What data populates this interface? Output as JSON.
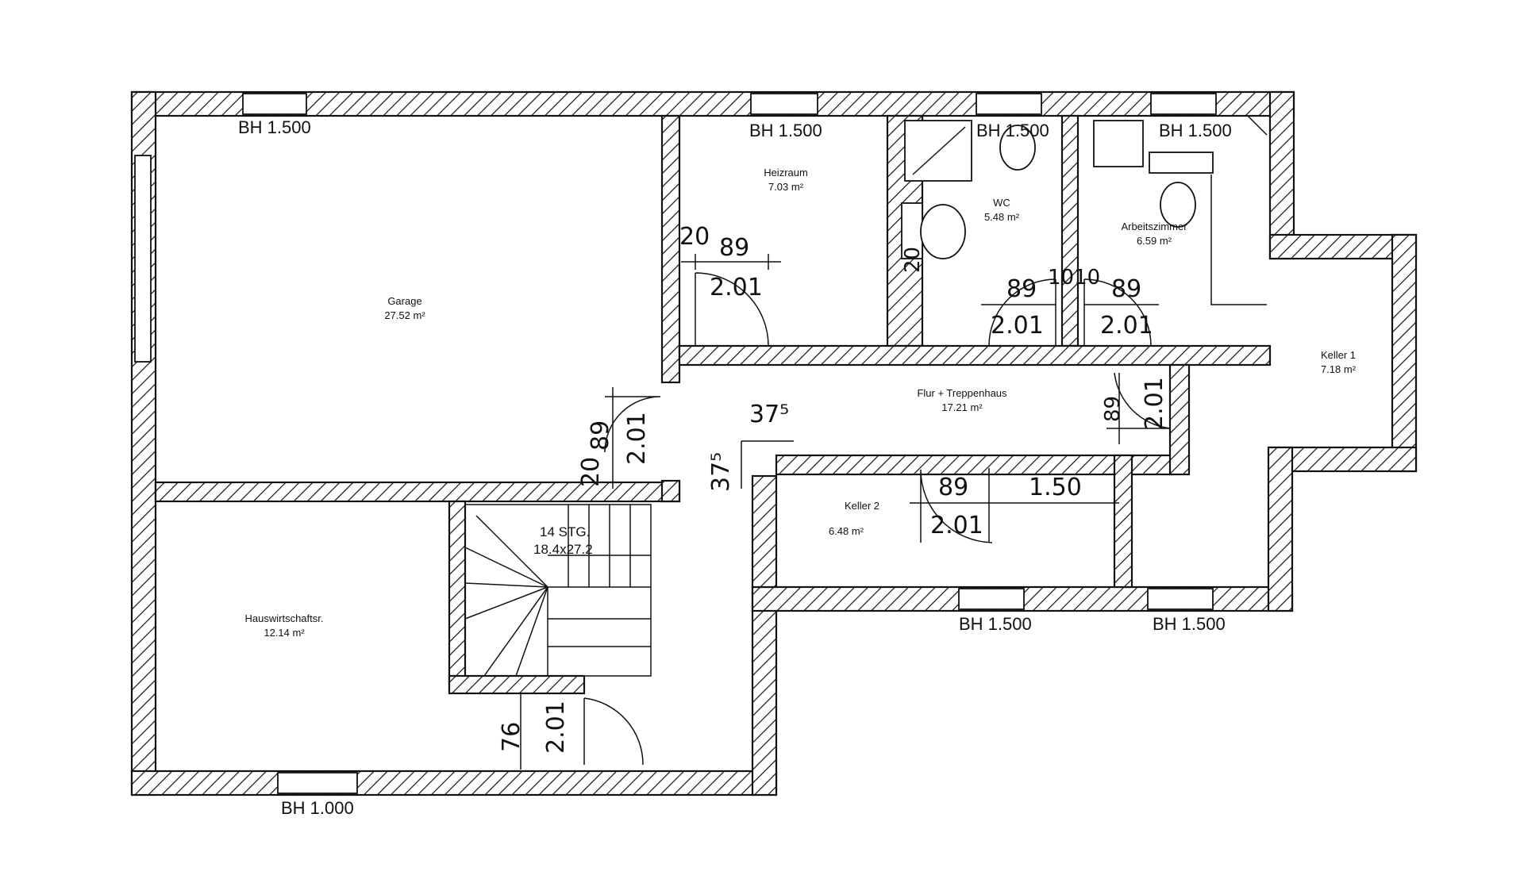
{
  "rooms": {
    "garage": {
      "name": "Garage",
      "area": "27.52 m²"
    },
    "heizraum": {
      "name": "Heizraum",
      "area": "7.03 m²"
    },
    "wc": {
      "name": "WC",
      "area": "5.48 m²"
    },
    "arbeitszimmer": {
      "name": "Arbeitszimmer",
      "area": "6.59 m²"
    },
    "keller1": {
      "name": "Keller 1",
      "area": "7.18 m²"
    },
    "flur": {
      "name": "Flur + Treppenhaus",
      "area": "17.21 m²"
    },
    "keller2": {
      "name": "Keller 2",
      "area": "6.48 m²"
    },
    "hauswirtschaft": {
      "name": "Hauswirtschaftsr.",
      "area": "12.14 m²"
    }
  },
  "stair": {
    "steps": "14 STG.",
    "size": "18.4x27.2"
  },
  "windows": {
    "garage": "BH 1.500",
    "heizraum": "BH 1.500",
    "wc": "BH 1.500",
    "arbeitszimmer": "BH 1.500",
    "keller2": "BH 1.500",
    "keller1": "BH 1.500",
    "hauswirtschaft": "BH 1.000"
  },
  "dimensions": {
    "heiz_20": "20",
    "heiz_89": "89",
    "heiz_201": "2.01",
    "wc_20": "20",
    "wc_89": "89",
    "wc_201": "2.01",
    "mid_1010": "1010",
    "arb_89": "89",
    "arb_201": "2.01",
    "gar_89": "89",
    "gar_201": "2.01",
    "gar_20": "20",
    "flur_375a": "37⁵",
    "flur_375b": "37⁵",
    "flur_89": "89",
    "flur_201": "2.01",
    "k2_89": "89",
    "k2_150": "1.50",
    "k2_201": "2.01",
    "hw_76": "76",
    "hw_201": "2.01"
  }
}
